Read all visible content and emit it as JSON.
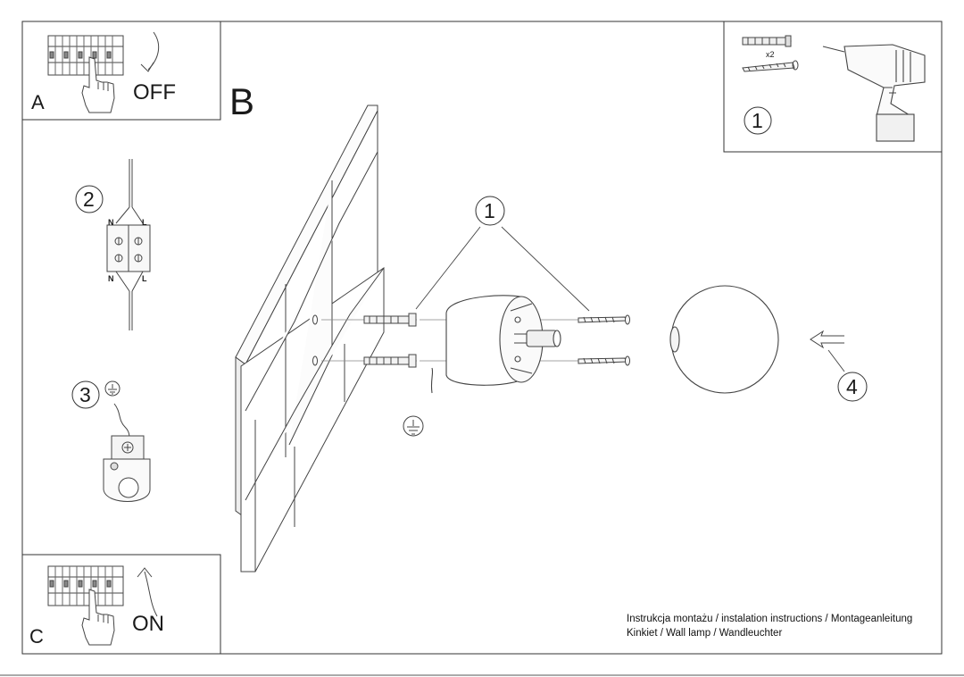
{
  "panels": {
    "a": {
      "letter": "A",
      "state": "OFF"
    },
    "b": {
      "letter": "B"
    },
    "c": {
      "letter": "C",
      "state": "ON"
    }
  },
  "steps": {
    "drill": "1",
    "wiring": "2",
    "earth": "3",
    "mount": "1",
    "shade": "4"
  },
  "terminal_labels": {
    "top_left": "N",
    "top_right": "L",
    "bottom_left": "N",
    "bottom_right": "L"
  },
  "hardware": {
    "quantity": "x2"
  },
  "captions": {
    "line1": "Instrukcja montażu / instalation instructions / Montageanleitung",
    "line2": "Kinkiet / Wall lamp / Wandleuchter"
  }
}
